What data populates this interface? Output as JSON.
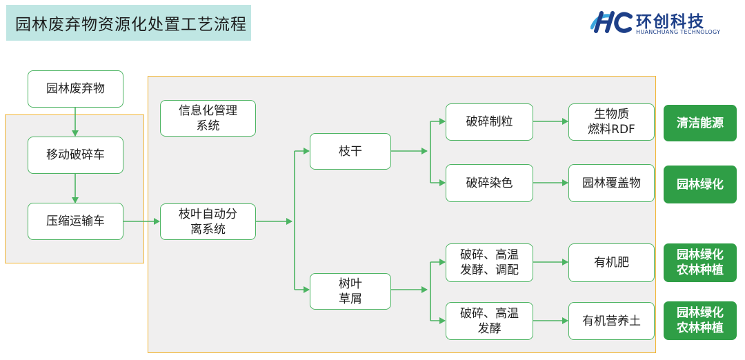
{
  "title": "园林废弃物资源化处置工艺流程",
  "logo": {
    "name_cn": "环创科技",
    "name_en": "HUANCHUANG TECHNOLOGY",
    "mark": "HC-logo-icon"
  },
  "colors": {
    "node_border": "#4cb462",
    "arrow": "#4cb462",
    "outcome_fill": "#2f9e46",
    "group_border": "#f2b42f",
    "group_fill": "#f0efef",
    "title_bg": "#bfe6e3",
    "logo": "#1d3f88"
  },
  "nodes": {
    "waste": "园林废弃物",
    "mobile_crusher": "移动破碎车",
    "compress_truck": "压缩运输车",
    "info_system": "信息化管理\n系统",
    "auto_sort": "枝叶自动分\n离系统",
    "branch": "枝干",
    "leaves": "树叶\n草屑",
    "crush_granulate": "破碎制粒",
    "crush_dye": "破碎染色",
    "crush_ferment_blend": "破碎、高温\n发酵、调配",
    "crush_ferment": "破碎、高温\n发酵",
    "biomass_rdf": "生物质\n燃料RDF",
    "mulch": "园林覆盖物",
    "organic_fertilizer": "有机肥",
    "nutrient_soil": "有机营养土"
  },
  "outcomes": {
    "clean_energy": "清洁能源",
    "greening": "园林绿化",
    "greening_farming_1": "园林绿化\n农林种植",
    "greening_farming_2": "园林绿化\n农林种植"
  },
  "edges": [
    [
      "waste",
      "mobile_crusher"
    ],
    [
      "mobile_crusher",
      "compress_truck"
    ],
    [
      "compress_truck",
      "auto_sort"
    ],
    [
      "auto_sort",
      "branch"
    ],
    [
      "auto_sort",
      "leaves"
    ],
    [
      "branch",
      "crush_granulate"
    ],
    [
      "branch",
      "crush_dye"
    ],
    [
      "leaves",
      "crush_ferment_blend"
    ],
    [
      "leaves",
      "crush_ferment"
    ],
    [
      "crush_granulate",
      "biomass_rdf"
    ],
    [
      "crush_dye",
      "mulch"
    ],
    [
      "crush_ferment_blend",
      "organic_fertilizer"
    ],
    [
      "crush_ferment",
      "nutrient_soil"
    ]
  ]
}
